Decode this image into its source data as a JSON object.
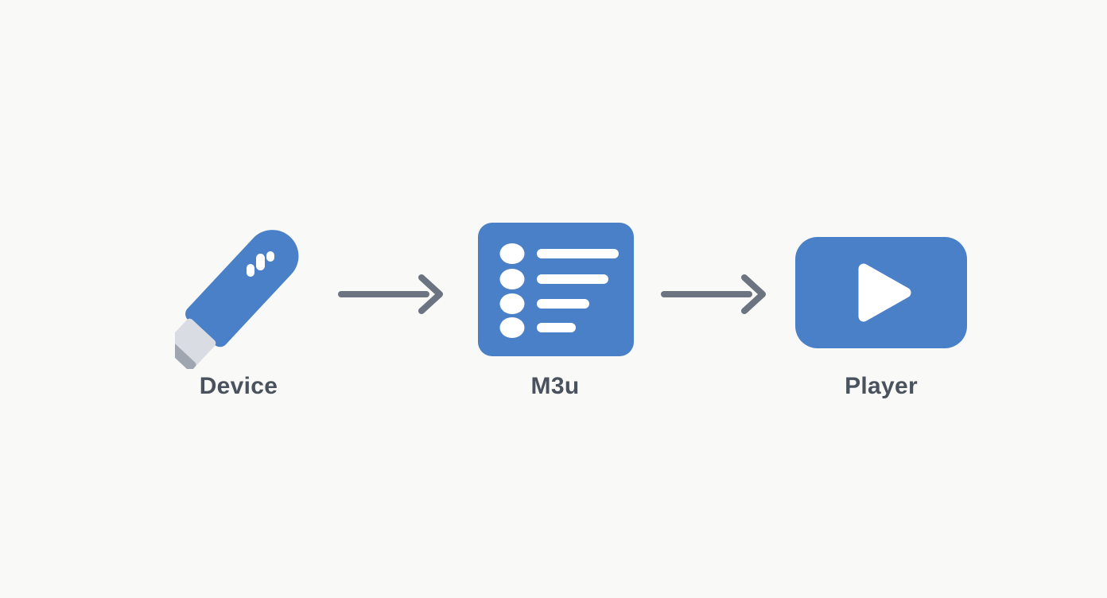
{
  "colors": {
    "background": "#f9f9f7",
    "accent": "#4a80c8",
    "icon_detail": "#ffffff",
    "connector_metal": "#d9dce3",
    "connector_edge": "#a0a6b0",
    "arrow": "#6b7480",
    "label": "#4a525e"
  },
  "diagram": {
    "title": "",
    "nodes": [
      {
        "id": "device",
        "label": "Device",
        "icon": "usb-stick-icon"
      },
      {
        "id": "m3u",
        "label": "M3u",
        "icon": "playlist-icon"
      },
      {
        "id": "player",
        "label": "Player",
        "icon": "play-button-icon"
      }
    ],
    "connectors": [
      {
        "from": "device",
        "to": "m3u",
        "shape": "arrow-right"
      },
      {
        "from": "m3u",
        "to": "player",
        "shape": "arrow-right"
      }
    ]
  }
}
